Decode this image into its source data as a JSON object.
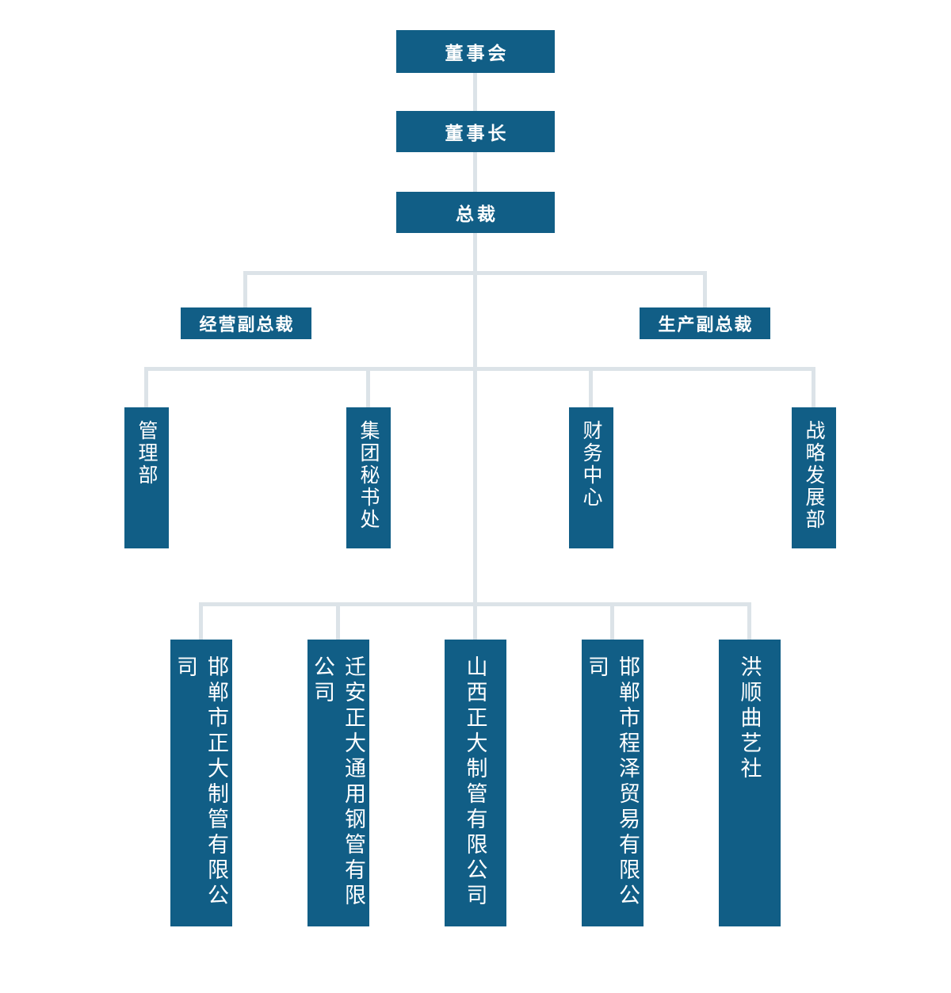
{
  "colors": {
    "node_fill": "#115e86",
    "node_text": "#ffffff",
    "connector": "#dce3e8",
    "background": "#ffffff"
  },
  "org_chart": {
    "type": "organization-chart",
    "root": {
      "label": "董事会"
    },
    "level2": {
      "label": "董事长"
    },
    "level3": {
      "label": "总裁"
    },
    "vice_presidents": [
      {
        "label": "经营副总裁"
      },
      {
        "label": "生产副总裁"
      }
    ],
    "departments": [
      {
        "label": "管理部"
      },
      {
        "label": "集团秘书处"
      },
      {
        "label": "财务中心"
      },
      {
        "label": "战略发展部"
      }
    ],
    "subsidiaries": [
      {
        "label": "邯郸市正大制管有限公司"
      },
      {
        "label": "迁安正大通用钢管有限公司"
      },
      {
        "label": "山西正大制管有限公司"
      },
      {
        "label": "邯郸市程泽贸易有限公司"
      },
      {
        "label": "洪顺曲艺社"
      }
    ]
  }
}
